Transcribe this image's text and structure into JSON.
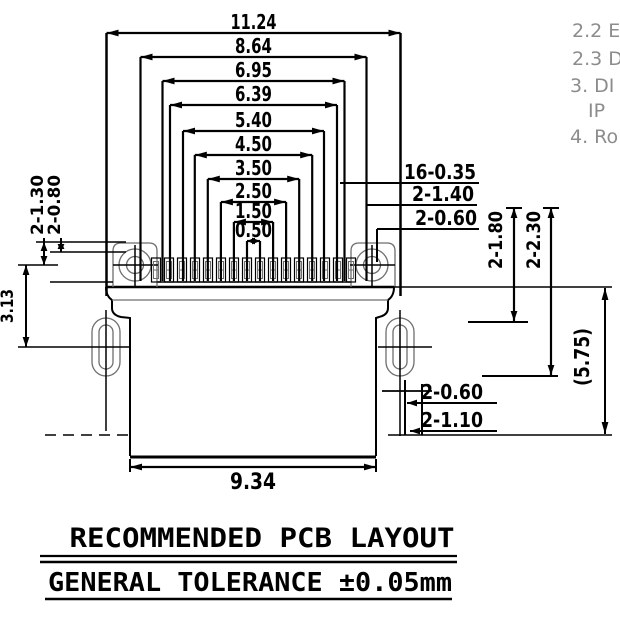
{
  "drawing": {
    "top_dimensions": [
      "11.24",
      "8.64",
      "6.95",
      "6.39",
      "5.40",
      "4.50",
      "3.50",
      "2.50",
      "1.50",
      "0.50"
    ],
    "left_vertical_dimensions": [
      "2-1.30",
      "2-0.80"
    ],
    "left_height_dimension": "3.13",
    "pin_callouts": [
      "16-0.35",
      "2-1.40",
      "2-0.60"
    ],
    "right_vertical_dimensions": [
      "2-1.80",
      "2-2.30"
    ],
    "overall_height_dimension": "(5.75)",
    "bottom_hole_callouts": [
      "2-0.60",
      "2-1.10"
    ],
    "bottom_width_dimension": "9.34",
    "pad_count": 16
  },
  "notes": {
    "fragments": [
      "2.2 E",
      "2.3 D",
      "3. DI",
      "IP",
      "4. Ro"
    ]
  },
  "footer": {
    "title": "RECOMMENDED PCB LAYOUT",
    "tolerance": "GENERAL TOLERANCE ±0.05mm"
  },
  "colors": {
    "ink": "#000000",
    "outline": "#6e6e6e",
    "notes": "#8c8c8c",
    "background": "#ffffff"
  }
}
